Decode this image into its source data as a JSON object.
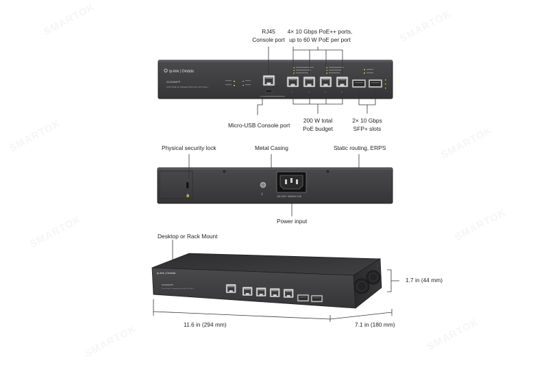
{
  "brand": {
    "logo": "tp-link | Omāda",
    "model": "SX3206HPP",
    "description": "6-Port 10GE L2+ Managed Switch with 4-Port PoE++"
  },
  "front_view": {
    "rj45_console": [
      "RJ45",
      "Console port"
    ],
    "poe_ports": [
      "4× 10 Gbps PoE++ ports,",
      "up to 60 W PoE per port"
    ],
    "microusb_console": "Micro-USB Console port",
    "poe_budget": [
      "200 W total",
      "PoE budget"
    ],
    "sfp_slots": [
      "2× 10 Gbps",
      "SFP+ slots"
    ]
  },
  "rear_view": {
    "security_lock": "Physical security lock",
    "metal_casing": "Metal Casing",
    "static_routing": "Static routing, ERPS",
    "power_input": "Power input",
    "power_rating": "100-240V~ 50/60Hz 0.5A"
  },
  "dimensions": {
    "mount": "Desktop or Rack Mount",
    "height": "1.7 in (44 mm)",
    "width": "11.6 in (294 mm)",
    "depth": "7.1 in (180 mm)"
  },
  "colors": {
    "chassis": "#3d3d3f",
    "chassis_dark": "#2b2b2d",
    "port_metal": "#c9c9c9",
    "callout_line": "#333333",
    "led": "#d7d341"
  }
}
